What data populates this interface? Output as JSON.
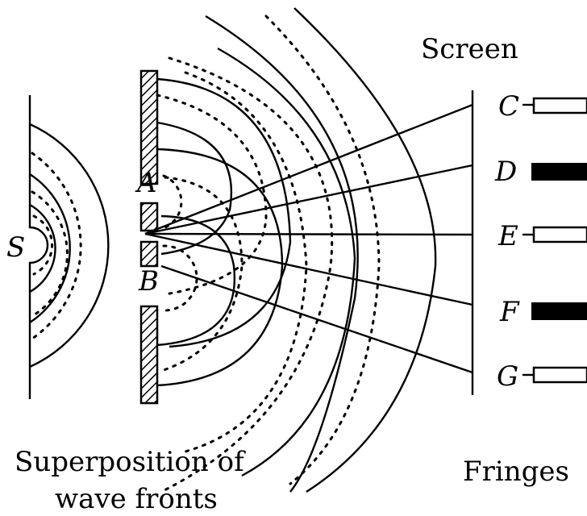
{
  "labels": {
    "source": "S",
    "slit_a": "A",
    "slit_b": "B",
    "screen": "Screen",
    "fringes": "Fringes",
    "superposition_line1": "Superposition of",
    "superposition_line2": "wave fronts"
  },
  "fringes": [
    {
      "label": "C",
      "shade": "bright"
    },
    {
      "label": "D",
      "shade": "dark"
    },
    {
      "label": "E",
      "shade": "bright"
    },
    {
      "label": "F",
      "shade": "dark"
    },
    {
      "label": "G",
      "shade": "bright"
    }
  ]
}
